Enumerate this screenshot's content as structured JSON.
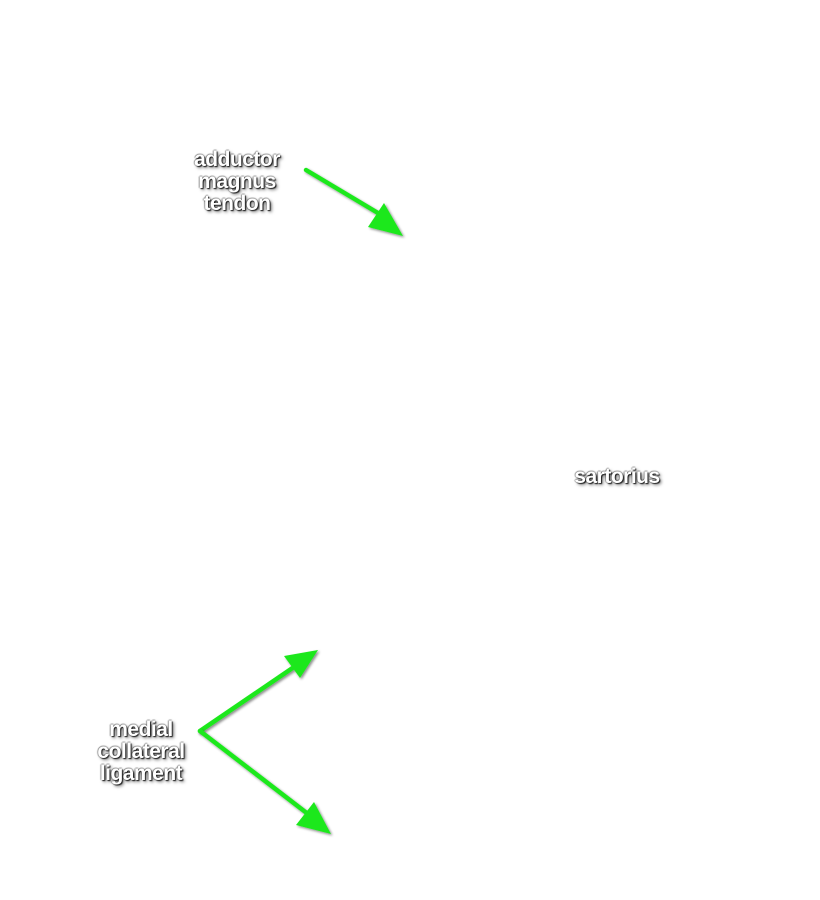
{
  "labels": {
    "adductor_magnus_tendon": [
      "adductor",
      "magnus",
      "tendon"
    ],
    "sartorius": [
      "sartorius"
    ],
    "medial_collateral_ligament": [
      "medial",
      "collateral",
      "ligament"
    ]
  },
  "colors": {
    "arrow": "#1ee81e",
    "label_text": "#ffffff",
    "background": "#ffffff"
  }
}
